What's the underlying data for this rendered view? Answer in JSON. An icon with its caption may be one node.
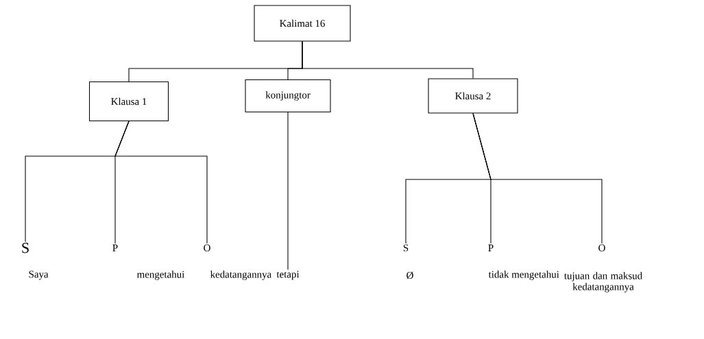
{
  "diagram": {
    "nodes": [
      {
        "text": [
          "Kalimat 16"
        ]
      },
      {
        "text": [
          "Klausa 1"
        ]
      },
      {
        "text": [
          "konjungtor"
        ]
      },
      {
        "text": [
          "Klausa 2"
        ]
      },
      {
        "text": [
          "S"
        ]
      },
      {
        "text": [
          "P"
        ]
      },
      {
        "text": [
          "O"
        ]
      },
      {
        "text": [
          "S"
        ]
      },
      {
        "text": [
          "P"
        ]
      },
      {
        "text": [
          "O"
        ]
      },
      {
        "text": [
          "tetapi"
        ]
      }
    ],
    "edges": [
      {
        "from": 0,
        "to": 1,
        "arrow": "none"
      },
      {
        "from": 0,
        "to": 2,
        "arrow": "none"
      },
      {
        "from": 0,
        "to": 3,
        "arrow": "none"
      },
      {
        "from": 1,
        "to": 4,
        "arrow": "none"
      },
      {
        "from": 1,
        "to": 5,
        "arrow": "none"
      },
      {
        "from": 1,
        "to": 6,
        "arrow": "none"
      },
      {
        "from": 3,
        "to": 7,
        "arrow": "none"
      },
      {
        "from": 3,
        "to": 8,
        "arrow": "none"
      },
      {
        "from": 3,
        "to": 9,
        "arrow": "none"
      },
      {
        "from": 2,
        "to": 10,
        "arrow": "none"
      }
    ],
    "labels": [
      "Saya",
      "mengetahui",
      "kedatangannya",
      "Ø",
      "tidak mengetahui",
      "tujuan dan maksud kedatangannya"
    ]
  }
}
